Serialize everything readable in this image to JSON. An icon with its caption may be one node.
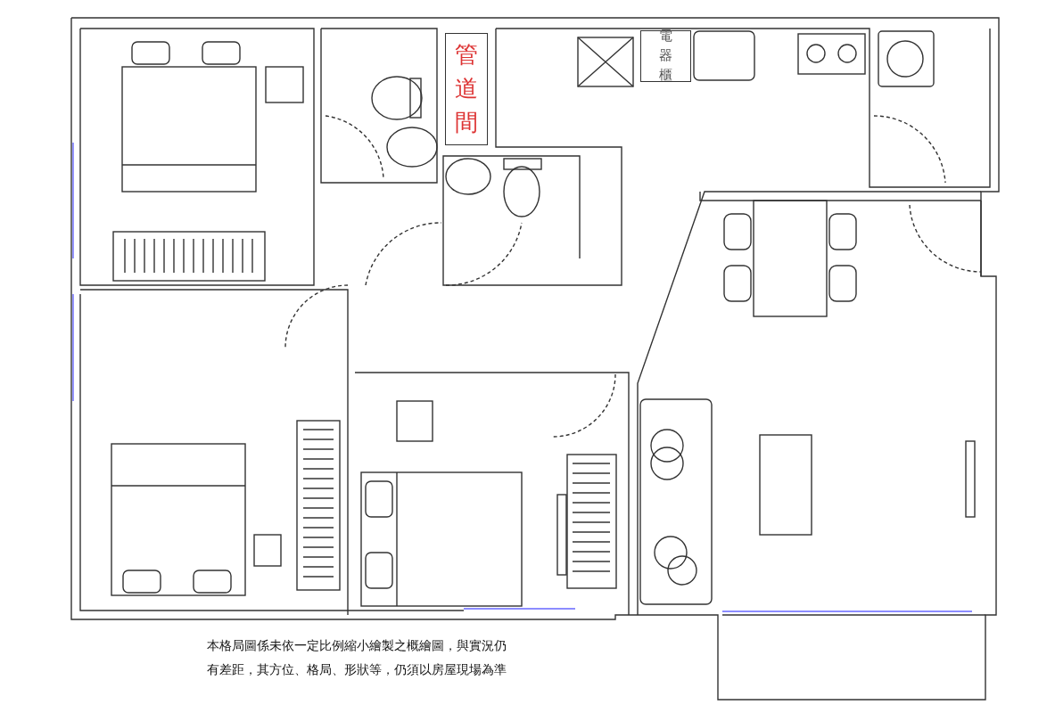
{
  "diagram": {
    "caption": "本格局圖係未依一定比例縮小繪製之概繪圖，與實況仍有差距，其方位、格局、形狀等，仍須以房屋現場為準",
    "nodes": [
      {
        "text": [
          "管道間"
        ]
      },
      {
        "text": [
          "電器櫃"
        ]
      }
    ]
  }
}
